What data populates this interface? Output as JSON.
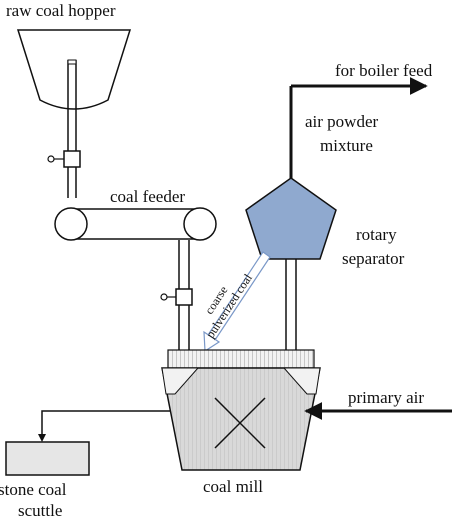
{
  "labels": {
    "raw_coal_hopper": "raw coal hopper",
    "for_boiler_feed": "for boiler feed",
    "air_powder_line1": "air powder",
    "air_powder_line2": "mixture",
    "coal_feeder": "coal feeder",
    "rotary_line1": "rotary",
    "rotary_line2": "separator",
    "coarse_line1": "coarse",
    "coarse_line2": "pulverized coal",
    "primary_air": "primary air",
    "stone_line1": "stone coal",
    "stone_line2": "scuttle",
    "coal_mill": "coal mill"
  },
  "colors": {
    "stroke": "#111111",
    "hopper_fill": "#ffffff",
    "separator_fill": "#8fa9cf",
    "mill_fill": "#d9d9d9",
    "grid_fill": "#eeeeee",
    "scuttle_fill": "#e6e6e6",
    "coarse_arrow_fill": "#ffffff",
    "coarse_arrow_stroke": "#7a98c8"
  },
  "icons": {
    "valve": "valve-icon",
    "mill_cross": "mill-cross-icon"
  }
}
